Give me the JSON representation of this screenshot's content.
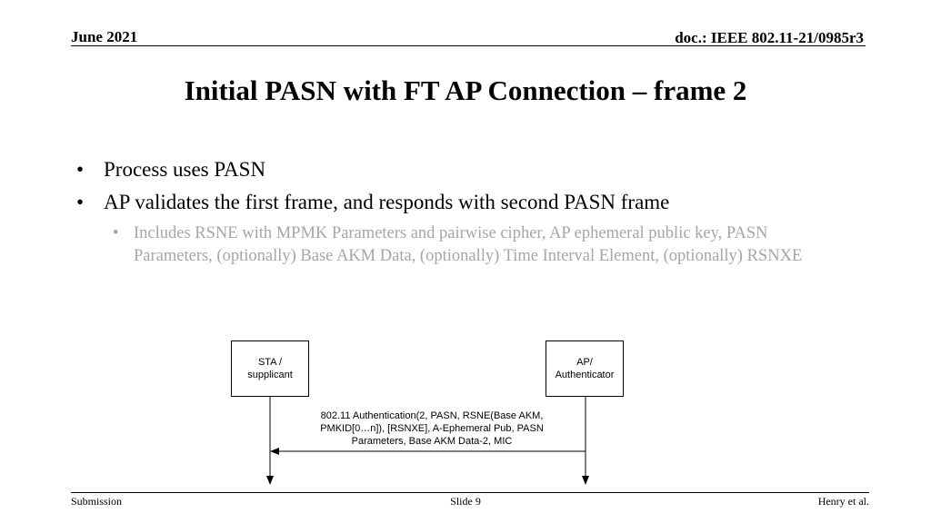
{
  "header": {
    "date": "June 2021",
    "doc_id": "doc.: IEEE 802.11-21/0985r3"
  },
  "title": "Initial PASN with FT AP Connection – frame 2",
  "bullets": [
    "Process uses PASN",
    "AP validates the first frame, and responds with second  PASN frame"
  ],
  "sub_bullet": "Includes RSNE with MPMK Parameters and pairwise cipher, AP ephemeral public key, PASN Parameters, (optionally) Base AKM Data, (optionally) Time Interval Element, (optionally) RSNXE",
  "diagram": {
    "sta_label": "STA /\nsupplicant",
    "ap_label": "AP/\nAuthenticator",
    "message": "802.11 Authentication(2, PASN, RSNE(Base AKM, PMKID[0…n]), [RSNXE], A-Ephemeral Pub, PASN Parameters, Base AKM Data-2, MIC"
  },
  "footer": {
    "left": "Submission",
    "center": "Slide 9",
    "right": "Henry et al."
  },
  "colors": {
    "sub_bullet_text": "#a6a6a6"
  }
}
